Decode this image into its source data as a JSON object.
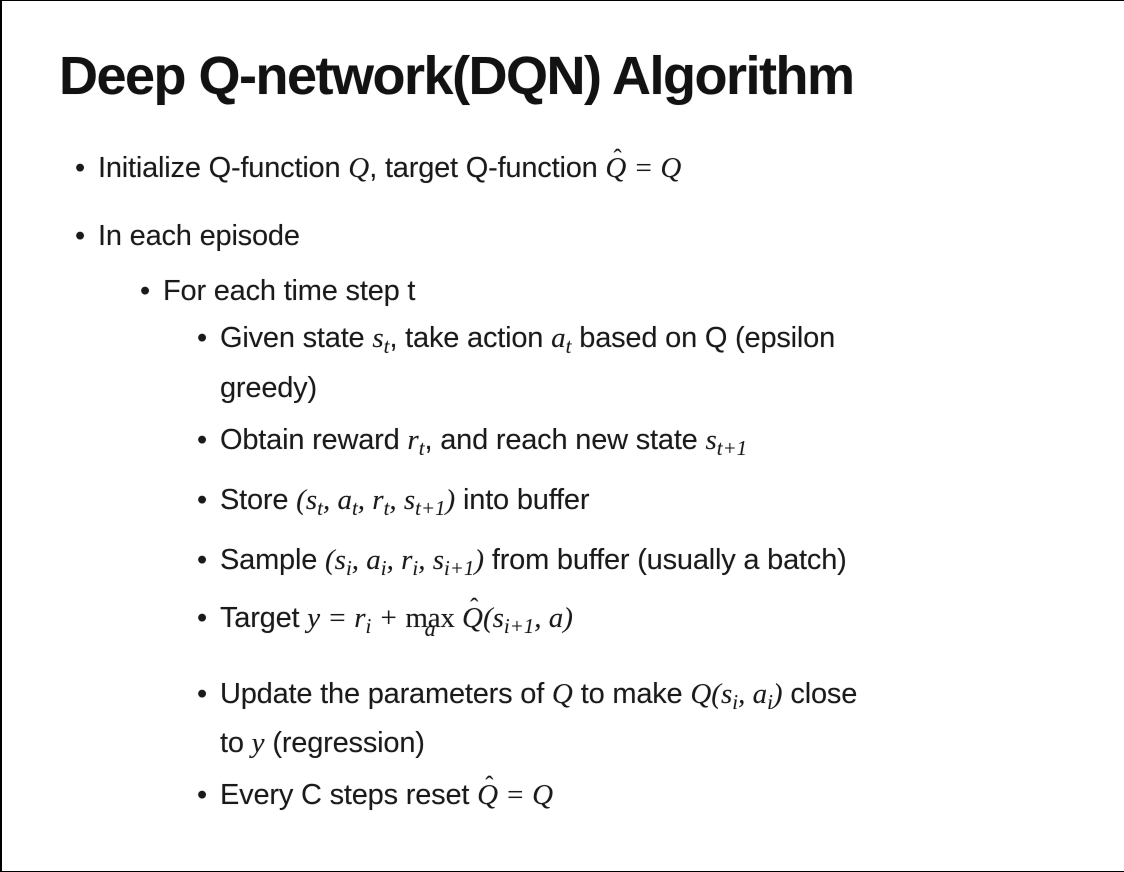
{
  "slide": {
    "title": "Deep Q-network(DQN) Algorithm",
    "bullet_char": "•",
    "text_color": "#1a1a1a",
    "background_color": "#ffffff",
    "bullets": [
      {
        "level": 0,
        "segments": [
          {
            "k": "t",
            "v": "Initialize Q-function "
          },
          {
            "k": "m",
            "v": "Q"
          },
          {
            "k": "t",
            "v": ", target Q-function "
          },
          {
            "k": "hat",
            "v": "Q"
          },
          {
            "k": "m",
            "v": " = Q"
          }
        ]
      },
      {
        "level": 0,
        "segments": [
          {
            "k": "t",
            "v": "In each episode"
          }
        ]
      },
      {
        "level": 1,
        "segments": [
          {
            "k": "t",
            "v": "For each time step t"
          }
        ]
      },
      {
        "level": 2,
        "segments": [
          {
            "k": "t",
            "v": "Given state "
          },
          {
            "k": "sub",
            "b": "s",
            "s": "t"
          },
          {
            "k": "t",
            "v": ", take action "
          },
          {
            "k": "sub",
            "b": "a",
            "s": "t"
          },
          {
            "k": "t",
            "v": " based on Q (epsilon"
          },
          {
            "k": "br"
          },
          {
            "k": "t",
            "v": "greedy)"
          }
        ]
      },
      {
        "level": 2,
        "segments": [
          {
            "k": "t",
            "v": "Obtain reward "
          },
          {
            "k": "sub",
            "b": "r",
            "s": "t"
          },
          {
            "k": "t",
            "v": ", and reach new state "
          },
          {
            "k": "sub",
            "b": "s",
            "s": "t+1"
          }
        ]
      },
      {
        "level": 2,
        "segments": [
          {
            "k": "t",
            "v": "Store "
          },
          {
            "k": "m",
            "v": "("
          },
          {
            "k": "sub",
            "b": "s",
            "s": "t"
          },
          {
            "k": "m",
            "v": ", "
          },
          {
            "k": "sub",
            "b": "a",
            "s": "t"
          },
          {
            "k": "m",
            "v": ", "
          },
          {
            "k": "sub",
            "b": "r",
            "s": "t"
          },
          {
            "k": "m",
            "v": ", "
          },
          {
            "k": "sub",
            "b": "s",
            "s": "t+1"
          },
          {
            "k": "m",
            "v": ")"
          },
          {
            "k": "t",
            "v": " into buffer"
          }
        ]
      },
      {
        "level": 2,
        "segments": [
          {
            "k": "t",
            "v": "Sample "
          },
          {
            "k": "m",
            "v": "("
          },
          {
            "k": "sub",
            "b": "s",
            "s": "i"
          },
          {
            "k": "m",
            "v": ", "
          },
          {
            "k": "sub",
            "b": "a",
            "s": "i"
          },
          {
            "k": "m",
            "v": ", "
          },
          {
            "k": "sub",
            "b": "r",
            "s": "i"
          },
          {
            "k": "m",
            "v": ", "
          },
          {
            "k": "sub",
            "b": "s",
            "s": "i+1"
          },
          {
            "k": "m",
            "v": ")"
          },
          {
            "k": "t",
            "v": " from buffer (usually a batch)"
          }
        ]
      },
      {
        "level": 2,
        "segments": [
          {
            "k": "t",
            "v": "Target "
          },
          {
            "k": "m",
            "v": "y = "
          },
          {
            "k": "sub",
            "b": "r",
            "s": "i"
          },
          {
            "k": "m",
            "v": " + "
          },
          {
            "k": "munder",
            "b": "max",
            "u": "a"
          },
          {
            "k": "m",
            "v": " "
          },
          {
            "k": "hat",
            "v": "Q"
          },
          {
            "k": "m",
            "v": "("
          },
          {
            "k": "sub",
            "b": "s",
            "s": "i+1"
          },
          {
            "k": "m",
            "v": ", a)"
          }
        ]
      },
      {
        "level": 2,
        "segments": [
          {
            "k": "t",
            "v": "Update the parameters of "
          },
          {
            "k": "m",
            "v": "Q"
          },
          {
            "k": "t",
            "v": " to make "
          },
          {
            "k": "m",
            "v": "Q("
          },
          {
            "k": "sub",
            "b": "s",
            "s": "i"
          },
          {
            "k": "m",
            "v": ", "
          },
          {
            "k": "sub",
            "b": "a",
            "s": "i"
          },
          {
            "k": "m",
            "v": ")"
          },
          {
            "k": "t",
            "v": " close"
          },
          {
            "k": "br"
          },
          {
            "k": "t",
            "v": "to "
          },
          {
            "k": "m",
            "v": "y"
          },
          {
            "k": "t",
            "v": " (regression)"
          }
        ]
      },
      {
        "level": 2,
        "segments": [
          {
            "k": "t",
            "v": "Every C steps reset "
          },
          {
            "k": "hat",
            "v": "Q"
          },
          {
            "k": "m",
            "v": " = Q"
          }
        ]
      }
    ]
  }
}
